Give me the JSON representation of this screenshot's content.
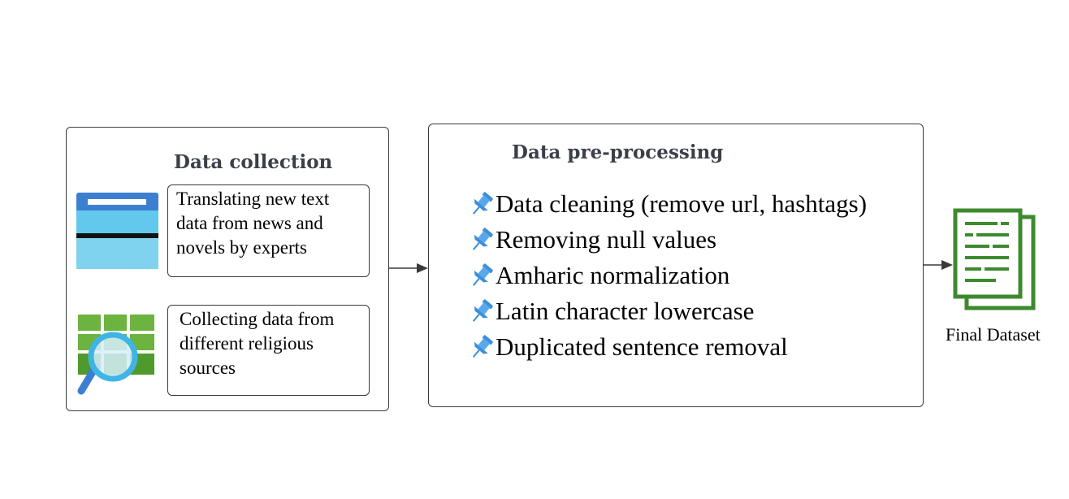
{
  "data_collection": {
    "title": "Data collection",
    "sources": [
      {
        "icon": "web-page-icon",
        "text": "Translating new text data from news and novels by experts"
      },
      {
        "icon": "table-search-icon",
        "text": "Collecting data from different religious sources"
      }
    ]
  },
  "preprocessing": {
    "title": "Data pre-processing",
    "icon": "pushpin-icon",
    "steps": [
      "Data cleaning (remove url, hashtags)",
      "Removing null values",
      "Amharic normalization",
      "Latin character lowercase",
      "Duplicated sentence removal"
    ]
  },
  "output": {
    "icon": "document-icon",
    "label": "Final Dataset"
  },
  "colors": {
    "border": "#3a3a3a",
    "title": "#3b4048",
    "pin_blue": "#3b8fd9",
    "doc_green": "#3d8a2e",
    "web_blue": "#3c7fd1",
    "web_cyan": "#62c9ec",
    "grid_green": "#6cb33f"
  }
}
